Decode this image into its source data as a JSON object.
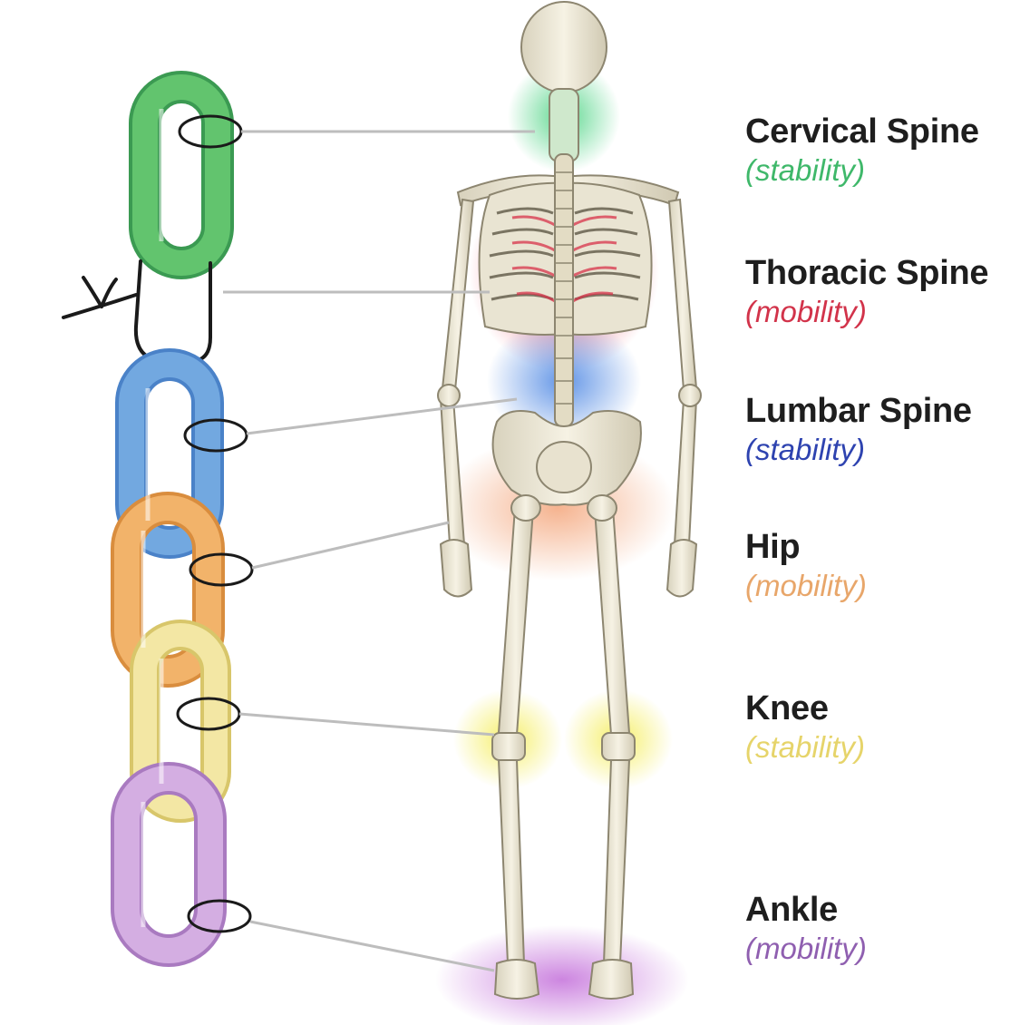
{
  "joints": [
    {
      "id": "cervical-spine",
      "name": "Cervical Spine",
      "role": "(stability)",
      "color": "#3fb86a",
      "link_color": "#5cc46e"
    },
    {
      "id": "thoracic-spine",
      "name": "Thoracic Spine",
      "role": "(mobility)",
      "color": "#d2334a",
      "link_color": "#d8424f"
    },
    {
      "id": "lumbar-spine",
      "name": "Lumbar Spine",
      "role": "(stability)",
      "color": "#2e43b0",
      "link_color": "#6aa2de"
    },
    {
      "id": "hip",
      "name": "Hip",
      "role": "(mobility)",
      "color": "#e8a66a",
      "link_color": "#f0b46a"
    },
    {
      "id": "knee",
      "name": "Knee",
      "role": "(stability)",
      "color": "#e6d46a",
      "link_color": "#f0e08c"
    },
    {
      "id": "ankle",
      "name": "Ankle",
      "role": "(mobility)",
      "color": "#8f5fb0",
      "link_color": "#c8a0d8"
    }
  ]
}
